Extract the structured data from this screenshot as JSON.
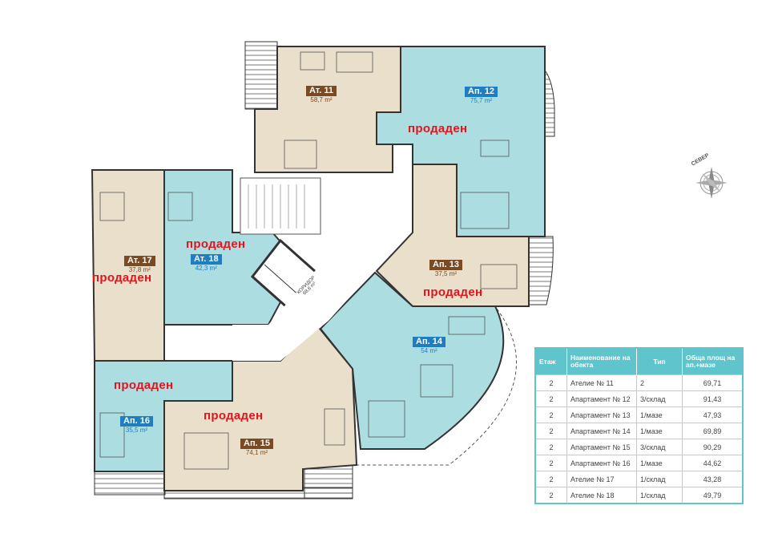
{
  "units": [
    {
      "id": "at11",
      "label": "Ат. 11",
      "area": "58,7 m²",
      "type": "atelier",
      "sold": false
    },
    {
      "id": "ap12",
      "label": "Ап. 12",
      "area": "75,7 m²",
      "type": "apartment",
      "sold": true
    },
    {
      "id": "ap13",
      "label": "Ап. 13",
      "area": "37,5 m²",
      "type": "apartment",
      "sold": true
    },
    {
      "id": "ap14",
      "label": "Ап. 14",
      "area": "54 m²",
      "type": "apartment",
      "sold": false
    },
    {
      "id": "ap15",
      "label": "Ап. 15",
      "area": "74,1 m²",
      "type": "apartment",
      "sold": true
    },
    {
      "id": "ap16",
      "label": "Ап. 16",
      "area": "35,5 m²",
      "type": "apartment",
      "sold": true
    },
    {
      "id": "at17",
      "label": "Ат. 17",
      "area": "37,8 m²",
      "type": "atelier",
      "sold": true
    },
    {
      "id": "at18",
      "label": "Ат. 18",
      "area": "42,3 m²",
      "type": "atelier",
      "sold": true
    }
  ],
  "sold_label": "продаден",
  "corridor": {
    "label": "КОРИДОР",
    "area": "68,6 m²"
  },
  "compass": {
    "label": "СЕВЕР",
    "icon": "compass-rose-icon"
  },
  "table": {
    "headers": [
      "Етаж",
      "Наименование на обекта",
      "Тип",
      "Обща площ на ап.+мазе"
    ],
    "rows": [
      [
        "2",
        "Ателие № 11",
        "2",
        "69,71"
      ],
      [
        "2",
        "Апартамент № 12",
        "3/склад",
        "91,43"
      ],
      [
        "2",
        "Апартамент № 13",
        "1/мазе",
        "47,93"
      ],
      [
        "2",
        "Апартамент № 14",
        "1/мазе",
        "69,89"
      ],
      [
        "2",
        "Апартамент № 15",
        "3/склад",
        "90,29"
      ],
      [
        "2",
        "Апартамент № 16",
        "1/мазе",
        "44,62"
      ],
      [
        "2",
        "Ателие № 17",
        "1/склад",
        "43,28"
      ],
      [
        "2",
        "Ателие № 18",
        "1/склад",
        "49,79"
      ]
    ]
  },
  "colors": {
    "beige": "#e9dfcb",
    "teal": "#acdde1",
    "brown": "#7a4a22",
    "blue": "#1f7dc0",
    "sold": "#e3141c",
    "table_header": "#5fc4cc"
  }
}
